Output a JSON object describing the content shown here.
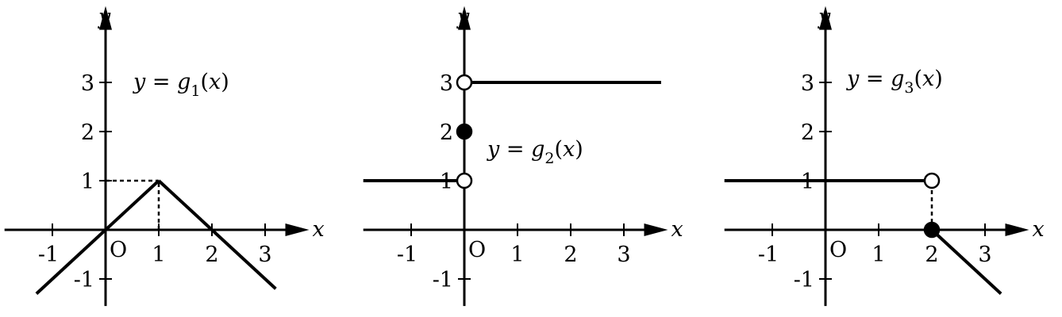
{
  "panels": [
    {
      "id": "g1",
      "function_label": "y = g1(x)",
      "axis_labels": {
        "x": "x",
        "y": "y",
        "origin": "O"
      },
      "x_tick_labels": [
        "-1",
        "1",
        "2",
        "3"
      ],
      "y_tick_labels": [
        "3",
        "2",
        "1",
        "-1"
      ],
      "segments": [
        {
          "from": [
            -1.3,
            -1.3
          ],
          "to": [
            1,
            1
          ],
          "style": "solid"
        },
        {
          "from": [
            1,
            1
          ],
          "to": [
            3.2,
            -1.2
          ],
          "style": "solid"
        },
        {
          "from": [
            0,
            1
          ],
          "to": [
            1,
            1
          ],
          "style": "dashed"
        },
        {
          "from": [
            1,
            0
          ],
          "to": [
            1,
            1
          ],
          "style": "dashed"
        }
      ],
      "points": []
    },
    {
      "id": "g2",
      "function_label": "y = g2(x)",
      "axis_labels": {
        "x": "x",
        "y": "y",
        "origin": "O"
      },
      "x_tick_labels": [
        "-1",
        "1",
        "2",
        "3"
      ],
      "y_tick_labels": [
        "3",
        "2",
        "1",
        "-1"
      ],
      "segments": [
        {
          "from": [
            -1.9,
            1
          ],
          "to": [
            0,
            1
          ],
          "style": "solid"
        },
        {
          "from": [
            0,
            3
          ],
          "to": [
            3.7,
            3
          ],
          "style": "solid"
        }
      ],
      "points": [
        {
          "x": 0,
          "y": 3,
          "filled": false
        },
        {
          "x": 0,
          "y": 2,
          "filled": true
        },
        {
          "x": 0,
          "y": 1,
          "filled": false
        }
      ]
    },
    {
      "id": "g3",
      "function_label": "y = g3(x)",
      "axis_labels": {
        "x": "x",
        "y": "y",
        "origin": "O"
      },
      "x_tick_labels": [
        "-1",
        "1",
        "2",
        "3"
      ],
      "y_tick_labels": [
        "3",
        "2",
        "1",
        "-1"
      ],
      "segments": [
        {
          "from": [
            -1.9,
            1
          ],
          "to": [
            2,
            1
          ],
          "style": "solid"
        },
        {
          "from": [
            2,
            0
          ],
          "to": [
            3.3,
            -1.3
          ],
          "style": "solid"
        },
        {
          "from": [
            2,
            0
          ],
          "to": [
            2,
            1
          ],
          "style": "dashed"
        }
      ],
      "points": [
        {
          "x": 2,
          "y": 1,
          "filled": false
        },
        {
          "x": 2,
          "y": 0,
          "filled": true
        }
      ]
    }
  ]
}
